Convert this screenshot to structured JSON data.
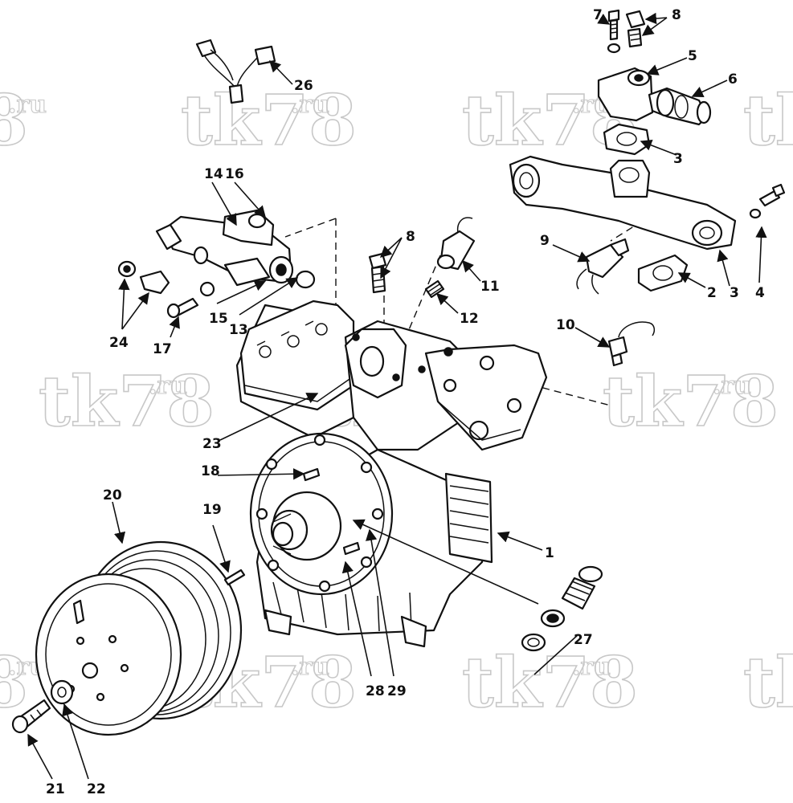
{
  "watermark": {
    "main": "tk78",
    "suffix": ".ru",
    "fragment_main": "8",
    "fragment_suffix": ".ru"
  },
  "callouts": [
    {
      "id": "c1",
      "label": "1"
    },
    {
      "id": "c2",
      "label": "2"
    },
    {
      "id": "c3a",
      "label": "3"
    },
    {
      "id": "c3b",
      "label": "3"
    },
    {
      "id": "c4",
      "label": "4"
    },
    {
      "id": "c5",
      "label": "5"
    },
    {
      "id": "c6",
      "label": "6"
    },
    {
      "id": "c7",
      "label": "7"
    },
    {
      "id": "c8a",
      "label": "8"
    },
    {
      "id": "c8b",
      "label": "8"
    },
    {
      "id": "c9",
      "label": "9"
    },
    {
      "id": "c10",
      "label": "10"
    },
    {
      "id": "c11",
      "label": "11"
    },
    {
      "id": "c12",
      "label": "12"
    },
    {
      "id": "c13",
      "label": "13"
    },
    {
      "id": "c14",
      "label": "14"
    },
    {
      "id": "c15",
      "label": "15"
    },
    {
      "id": "c16",
      "label": "16"
    },
    {
      "id": "c17",
      "label": "17"
    },
    {
      "id": "c18",
      "label": "18"
    },
    {
      "id": "c19",
      "label": "19"
    },
    {
      "id": "c20",
      "label": "20"
    },
    {
      "id": "c21",
      "label": "21"
    },
    {
      "id": "c22",
      "label": "22"
    },
    {
      "id": "c23",
      "label": "23"
    },
    {
      "id": "c24",
      "label": "24"
    },
    {
      "id": "c26",
      "label": "26"
    },
    {
      "id": "c27",
      "label": "27"
    },
    {
      "id": "c28",
      "label": "28"
    },
    {
      "id": "c29",
      "label": "29"
    }
  ]
}
